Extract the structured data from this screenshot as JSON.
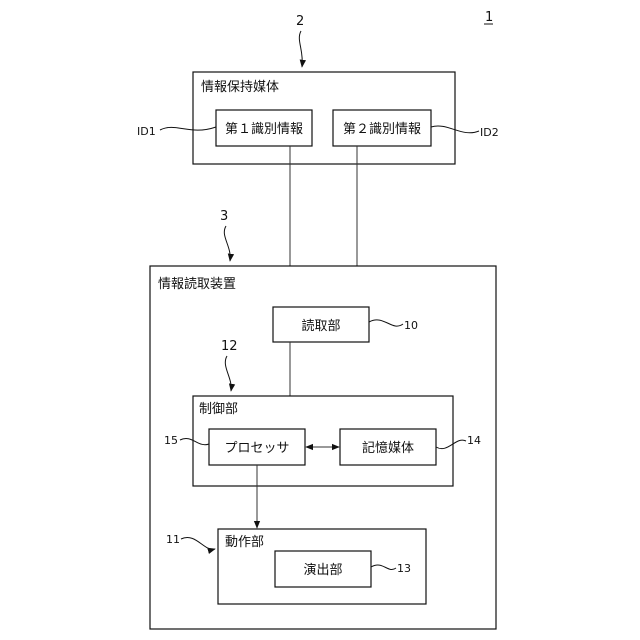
{
  "figure_ref": "1",
  "medium": {
    "ref": "2",
    "title": "情報保持媒体",
    "id1": {
      "label": "第１識別情報",
      "ref": "ID1"
    },
    "id2": {
      "label": "第２識別情報",
      "ref": "ID2"
    }
  },
  "device": {
    "ref": "3",
    "title": "情報読取装置",
    "reader": {
      "label": "読取部",
      "ref": "10"
    },
    "control": {
      "ref": "12",
      "title": "制御部",
      "processor": {
        "label": "プロセッサ",
        "ref": "15"
      },
      "storage": {
        "label": "記憶媒体",
        "ref": "14"
      }
    },
    "operation": {
      "ref": "11",
      "title": "動作部",
      "effect": {
        "label": "演出部",
        "ref": "13"
      }
    }
  }
}
